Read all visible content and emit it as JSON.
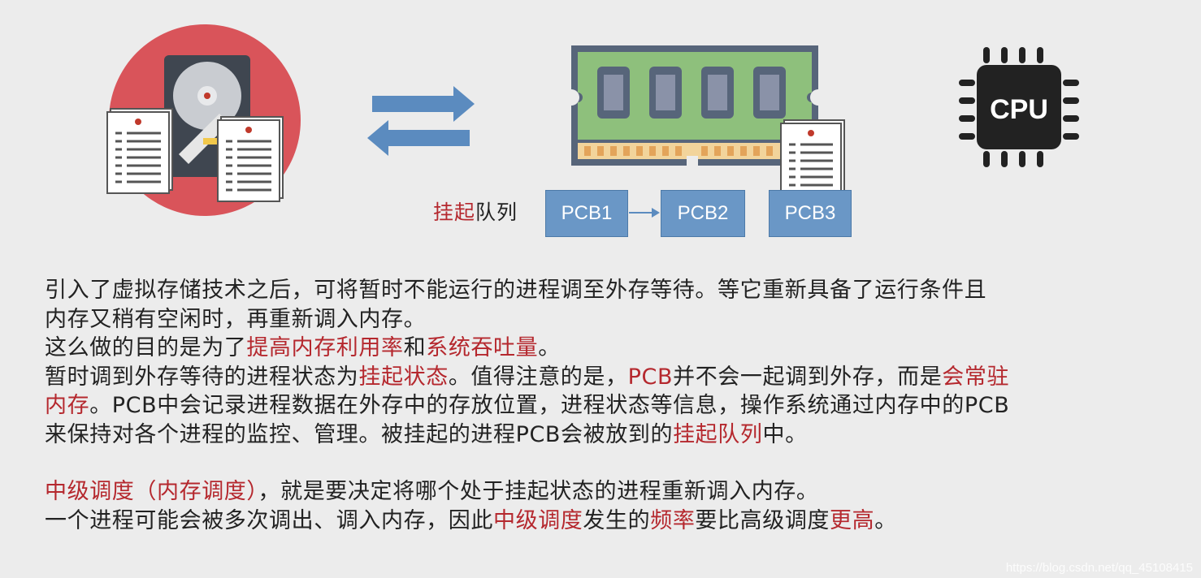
{
  "queue": {
    "label_red": "挂起",
    "label_black": "队列",
    "pcbs": [
      "PCB1",
      "PCB2",
      "PCB3"
    ]
  },
  "cpu": {
    "label": "CPU"
  },
  "text": {
    "l1": "引入了虚拟存储技术之后，可将暂时不能运行的进程调至外存等待。等它重新具备了运行条件且",
    "l2": "内存又稍有空闲时，再重新调入内存。",
    "l3a": "这么做的目的是为了",
    "l3b": "提高内存利用率",
    "l3c": "和",
    "l3d": "系统吞吐量",
    "l3e": "。",
    "l4a": "暂时调到外存等待的进程状态为",
    "l4b": "挂起状态",
    "l4c": "。值得注意的是，",
    "l4d": "PCB",
    "l4e": "并不会一起调到外存，而是",
    "l4f": "会常驻",
    "l5a": "内存",
    "l5b": "。PCB中会记录进程数据在外存中的存放位置，进程状态等信息，操作系统通过内存中的PCB",
    "l6a": "来保持对各个进程的监控、管理。被挂起的进程PCB会被放到的",
    "l6b": "挂起队列",
    "l6c": "中。",
    "l7a": "中级调度（内存调度）",
    "l7b": "，就是要决定将哪个处于挂起状态的进程重新调入内存。",
    "l8a": "一个进程可能会被多次调出、调入内存，因此",
    "l8b": "中级调度",
    "l8c": "发生的",
    "l8d": "频率",
    "l8e": "要比高级调度",
    "l8f": "更高",
    "l8g": "。"
  },
  "watermark": "https://blog.csdn.net/qq_45108415",
  "colors": {
    "accent_red": "#b5282e",
    "pcb_blue": "#6a97c6",
    "arrow_blue": "#5b8bbf",
    "disk_red": "#d9545a",
    "ram_green": "#8ec07c"
  }
}
